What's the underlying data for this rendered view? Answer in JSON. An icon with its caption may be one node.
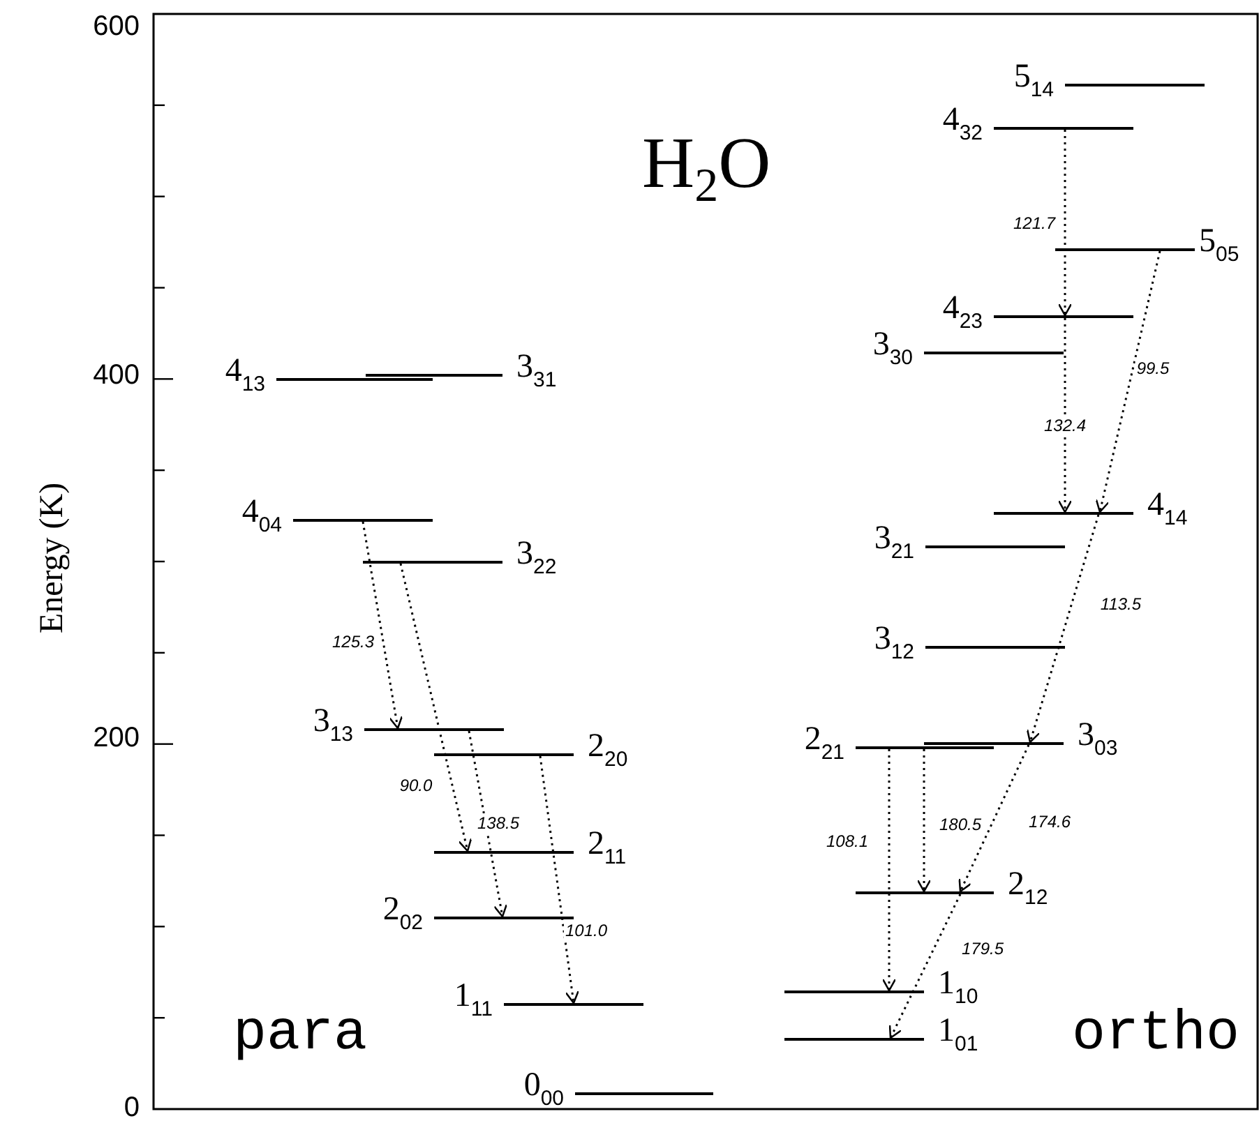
{
  "diagram": {
    "title": "H$_{2}$O",
    "nodes": [
      {
        "text": [],
        "shape": "bar",
        "beside": [
          "4$_{13}$"
        ]
      },
      {
        "text": [],
        "shape": "bar",
        "beside": [
          "3$_{31}$"
        ]
      },
      {
        "text": [],
        "shape": "bar",
        "beside": [
          "4$_{04}$"
        ]
      },
      {
        "text": [],
        "shape": "bar",
        "beside": [
          "3$_{22}$"
        ]
      },
      {
        "text": [],
        "shape": "bar",
        "beside": [
          "3$_{13}$"
        ]
      },
      {
        "text": [],
        "shape": "bar",
        "beside": [
          "2$_{20}$"
        ]
      },
      {
        "text": [],
        "shape": "bar",
        "beside": [
          "2$_{11}$"
        ]
      },
      {
        "text": [],
        "shape": "bar",
        "beside": [
          "2$_{02}$"
        ]
      },
      {
        "text": [],
        "shape": "bar",
        "beside": [
          "1$_{11}$"
        ]
      },
      {
        "text": [],
        "shape": "bar",
        "beside": [
          "0$_{00}$"
        ]
      },
      {
        "text": [],
        "shape": "bar",
        "beside": [
          "5$_{14}$"
        ]
      },
      {
        "text": [],
        "shape": "bar",
        "beside": [
          "4$_{32}$"
        ]
      },
      {
        "text": [],
        "shape": "bar",
        "beside": [
          "5$_{05}$"
        ]
      },
      {
        "text": [],
        "shape": "bar",
        "beside": [
          "4$_{23}$"
        ]
      },
      {
        "text": [],
        "shape": "bar",
        "beside": [
          "3$_{30}$"
        ]
      },
      {
        "text": [],
        "shape": "bar",
        "beside": [
          "4$_{14}$"
        ]
      },
      {
        "text": [],
        "shape": "bar",
        "beside": [
          "3$_{21}$"
        ]
      },
      {
        "text": [],
        "shape": "bar",
        "beside": [
          "3$_{12}$"
        ]
      },
      {
        "text": [],
        "shape": "bar",
        "beside": [
          "3$_{03}$"
        ]
      },
      {
        "text": [],
        "shape": "bar",
        "beside": [
          "2$_{21}$"
        ]
      },
      {
        "text": [],
        "shape": "bar",
        "beside": [
          "2$_{12}$"
        ]
      },
      {
        "text": [],
        "shape": "bar",
        "beside": [
          "1$_{10}$"
        ]
      },
      {
        "text": [],
        "shape": "bar",
        "beside": [
          "1$_{01}$"
        ]
      }
    ],
    "edges": [
      {
        "from": 2,
        "to": 4,
        "arrow": "to",
        "style": "dashed",
        "label": "125.3"
      },
      {
        "from": 3,
        "to": 6,
        "arrow": "to",
        "style": "dashed",
        "label": "90.0"
      },
      {
        "from": 4,
        "to": 7,
        "arrow": "to",
        "style": "dashed",
        "label": "138.5"
      },
      {
        "from": 5,
        "to": 8,
        "arrow": "to",
        "style": "dashed",
        "label": "101.0"
      },
      {
        "from": 11,
        "to": 13,
        "arrow": "to",
        "style": "dashed",
        "label": "121.7"
      },
      {
        "from": 13,
        "to": 15,
        "arrow": "to",
        "style": "dashed",
        "label": "132.4"
      },
      {
        "from": 12,
        "to": 15,
        "arrow": "to",
        "style": "dashed",
        "label": "99.5"
      },
      {
        "from": 15,
        "to": 18,
        "arrow": "to",
        "style": "dashed",
        "label": "113.5"
      },
      {
        "from": 19,
        "to": 21,
        "arrow": "to",
        "style": "dashed",
        "label": "108.1"
      },
      {
        "from": 19,
        "to": 20,
        "arrow": "to",
        "style": "dashed",
        "label": "180.5"
      },
      {
        "from": 18,
        "to": 20,
        "arrow": "to",
        "style": "dashed",
        "label": "174.6"
      },
      {
        "from": 20,
        "to": 22,
        "arrow": "to",
        "style": "dashed",
        "label": "179.5"
      }
    ],
    "labels": [
      "600",
      "400",
      "200",
      "0",
      "Energy (K)",
      "para",
      "ortho"
    ]
  }
}
